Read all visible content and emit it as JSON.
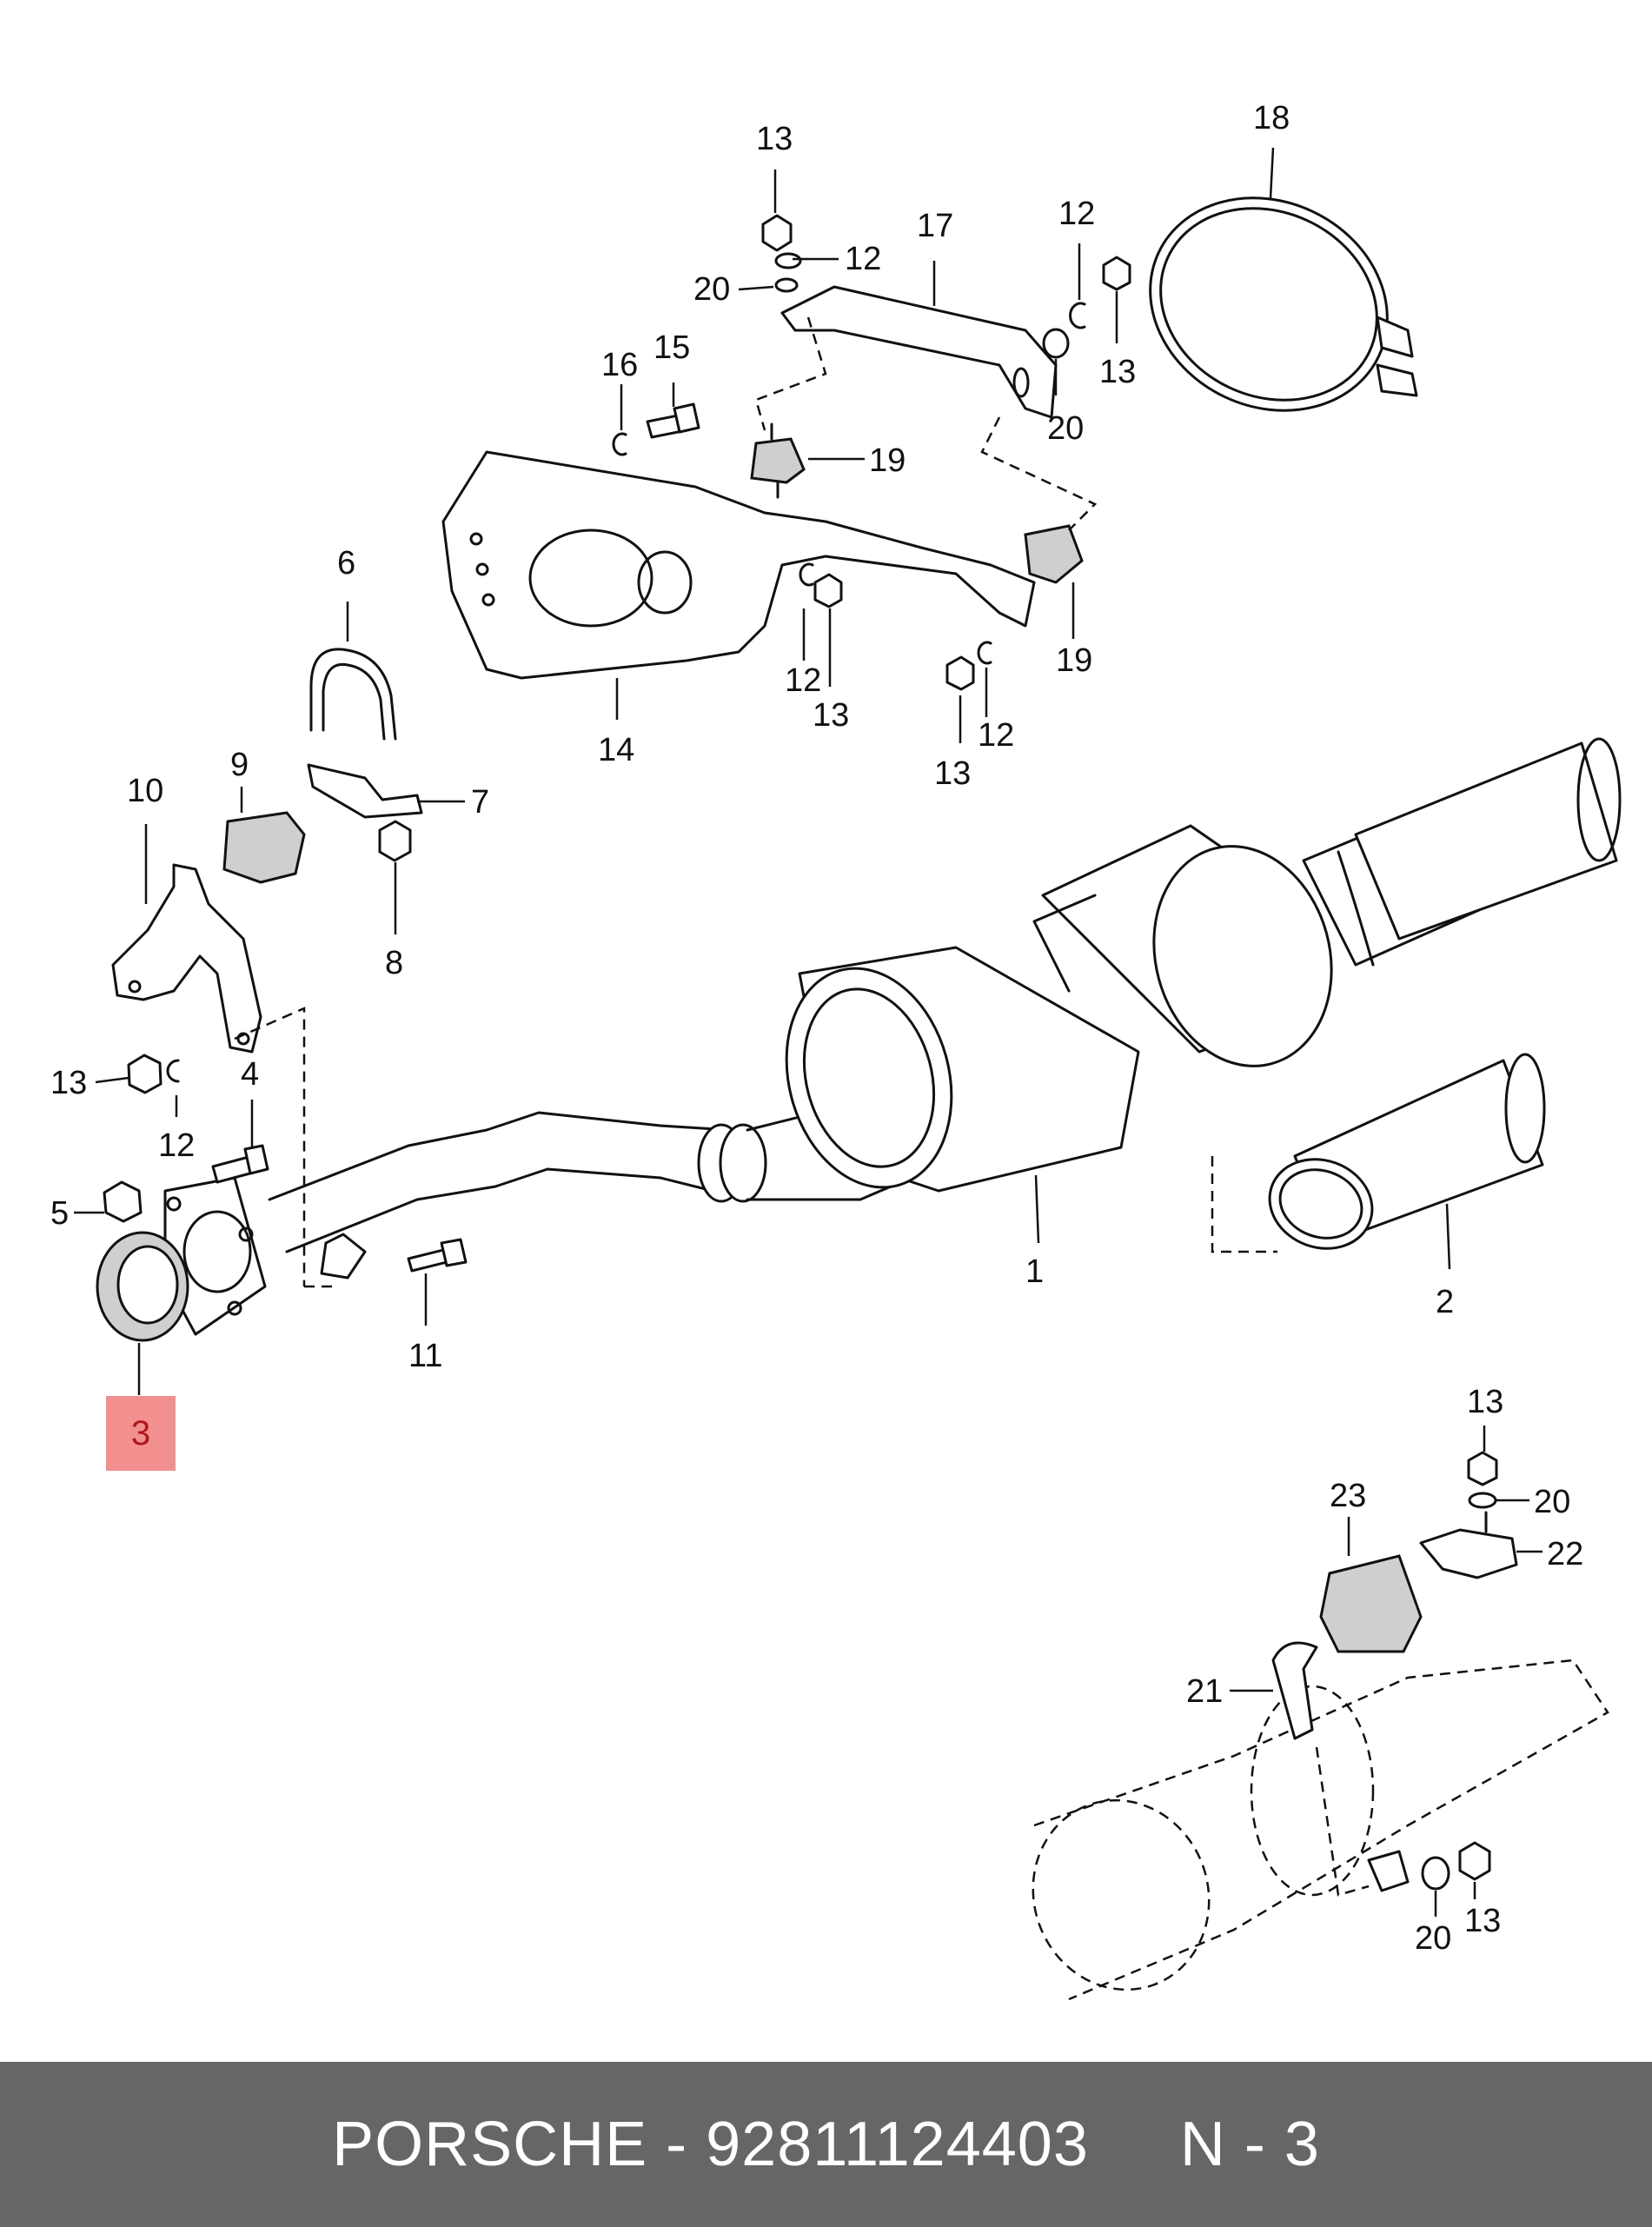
{
  "callouts": {
    "c1": "1",
    "c2": "2",
    "c3": "3",
    "c4": "4",
    "c5": "5",
    "c6": "6",
    "c7": "7",
    "c8": "8",
    "c9": "9",
    "c10": "10",
    "c11": "11",
    "c12": "12",
    "c13": "13",
    "c14": "14",
    "c15": "15",
    "c16": "16",
    "c17": "17",
    "c18": "18",
    "c19": "19",
    "c20": "20",
    "c21": "21",
    "c22": "22",
    "c23": "23"
  },
  "highlight": {
    "label": "3",
    "color": "#f28f8f"
  },
  "footer": {
    "caption": "PORSCHE - 92811124403     N - 3",
    "background": "#666666"
  }
}
